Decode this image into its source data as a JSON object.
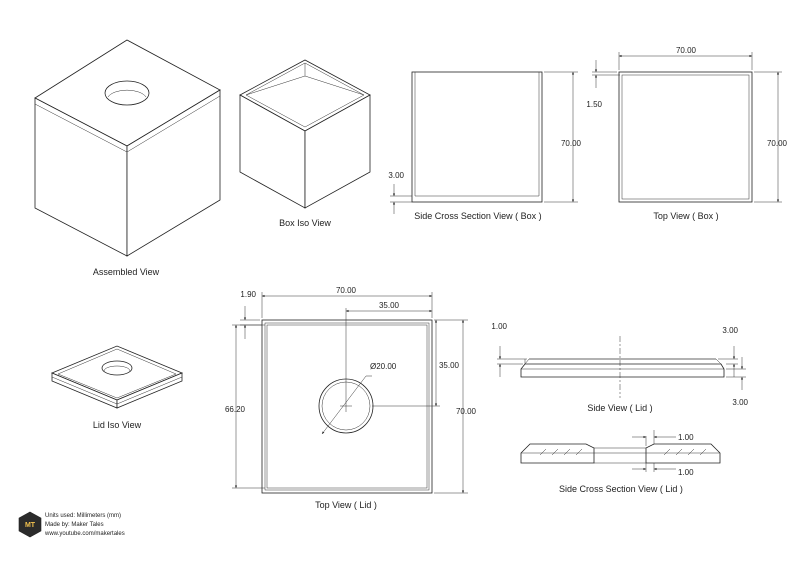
{
  "views": {
    "assembled": "Assembled View",
    "box_iso": "Box Iso View",
    "side_section_box": "Side Cross Section View ( Box )",
    "top_box": "Top View ( Box )",
    "lid_iso": "Lid Iso View",
    "top_lid": "Top View ( Lid )",
    "side_lid": "Side View ( Lid )",
    "side_section_lid": "Side Cross Section View ( Lid )"
  },
  "dimensions": {
    "box_section_height": "70.00",
    "box_section_wall": "3.00",
    "box_top_width": "70.00",
    "box_top_height": "70.00",
    "box_top_wall": "1.50",
    "lid_width": "70.00",
    "lid_half": "35.00",
    "lid_rim": "1.90",
    "lid_diameter": "Ø20.00",
    "lid_half_vertical": "35.00",
    "lid_height": "70.00",
    "lid_inner": "66.20",
    "lid_side_left": "1.00",
    "lid_side_top": "3.00",
    "lid_side_bottom": "3.00",
    "lid_section_top": "1.00",
    "lid_section_bottom": "1.00"
  },
  "info": {
    "units": "Units used:  Millimeters (mm)",
    "made_by": "Made by: Maker Tales",
    "website": "www.youtube.com/makertales",
    "logo_letters": "MT"
  }
}
